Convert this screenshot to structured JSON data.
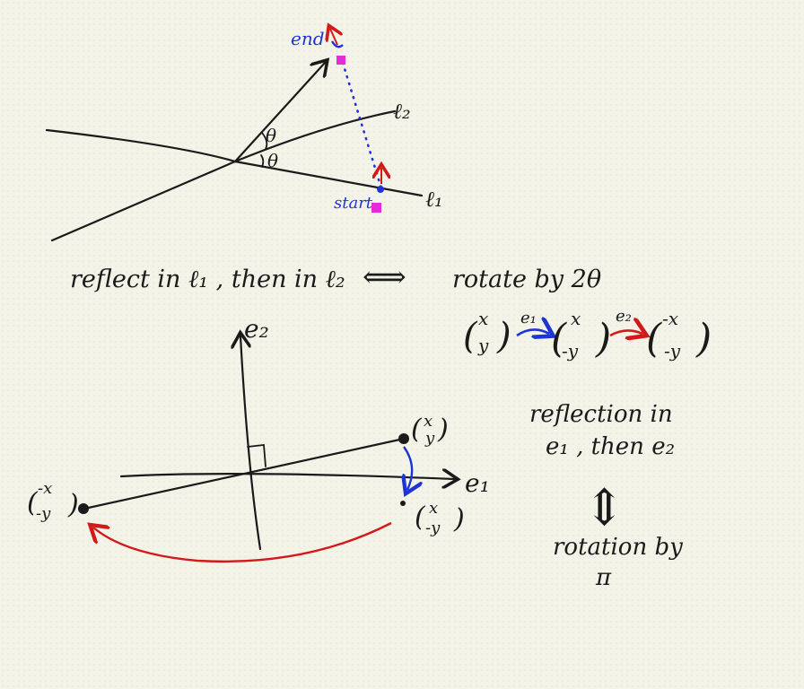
{
  "colors": {
    "ink": "#1a1a1a",
    "blue": "#1f34d6",
    "red": "#d21a1a",
    "magenta": "#e62bd8",
    "paper": "#f3f3e8"
  },
  "top": {
    "label_end": "end",
    "label_start": "start",
    "label_l2": "ℓ₂",
    "label_l1": "ℓ₁",
    "angle_upper": "θ",
    "angle_lower": "θ"
  },
  "statement": {
    "left": "reflect in ℓ₁ , then in ℓ₂",
    "arrow": "⟺",
    "right": "rotate by 2θ"
  },
  "axes": {
    "label_e2": "e₂",
    "label_e1": "e₁",
    "point_xy_top": "x",
    "point_xy_bottom": "y",
    "point_xny_top": "x",
    "point_xny_bottom": "-y",
    "point_nxny_top": "-x",
    "point_nxny_bottom": "-y"
  },
  "chain": {
    "v1_top": "x",
    "v1_bottom": "y",
    "arrow1_label": "e₁",
    "v2_top": "x",
    "v2_bottom": "-y",
    "arrow2_label": "e₂",
    "v3_top": "-x",
    "v3_bottom": "-y"
  },
  "summary": {
    "line1": "reflection in",
    "line2": "e₁ , then e₂",
    "equiv": "⇕",
    "line3": "rotation by",
    "line4": "π"
  }
}
